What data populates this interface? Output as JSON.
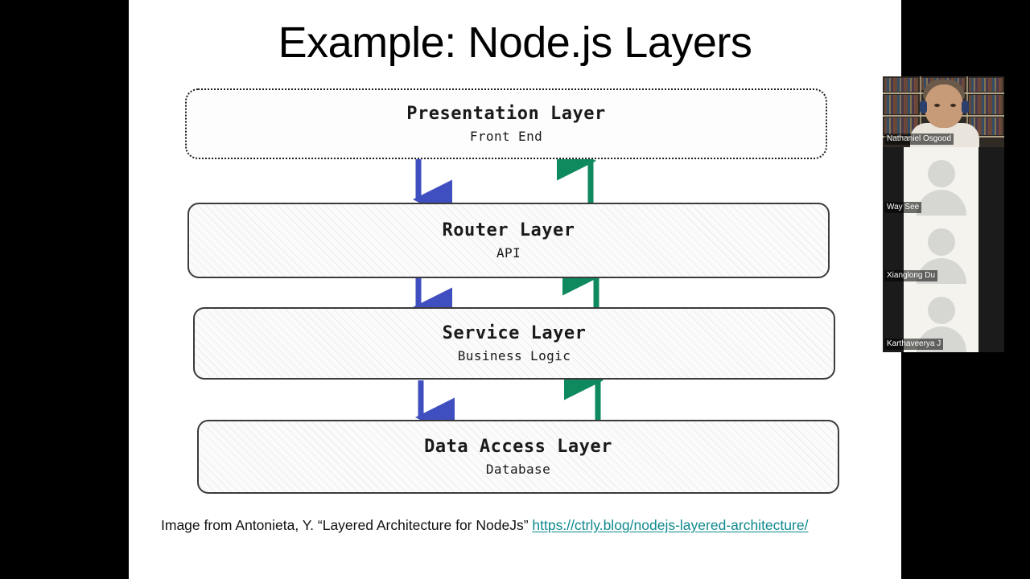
{
  "slide": {
    "title": "Example: Node.js Layers",
    "caption": {
      "text": "Image from Antonieta, Y. “Layered Architecture for NodeJs” ",
      "link": "https://ctrly.blog/nodejs-layered-architecture/"
    }
  },
  "diagram": {
    "type": "layered-architecture",
    "layers": [
      {
        "title": "Presentation Layer",
        "subtitle": "Front End",
        "style": "dotted"
      },
      {
        "title": "Router Layer",
        "subtitle": "API",
        "style": "hatched"
      },
      {
        "title": "Service Layer",
        "subtitle": "Business Logic",
        "style": "hatched"
      },
      {
        "title": "Data Access Layer",
        "subtitle": "Database",
        "style": "hatched"
      }
    ],
    "arrows": {
      "down_color": "#3f4fbf",
      "up_color": "#0f8a5f",
      "down_count": 3,
      "up_count": 3
    }
  },
  "video_panel": {
    "participants": [
      {
        "name": "Nathaniel Osgood",
        "kind": "webcam"
      },
      {
        "name": "Way See",
        "kind": "avatar"
      },
      {
        "name": "Xianglong Du",
        "kind": "avatar"
      },
      {
        "name": "Karthaveerya J",
        "kind": "avatar"
      }
    ]
  },
  "colors": {
    "stage_background": "#000000",
    "slide_background": "#ffffff",
    "link": "#0f8a8f",
    "arrow_down": "#3f4fbf",
    "arrow_up": "#0f8a5f",
    "box_border": "#3b3b3b"
  }
}
